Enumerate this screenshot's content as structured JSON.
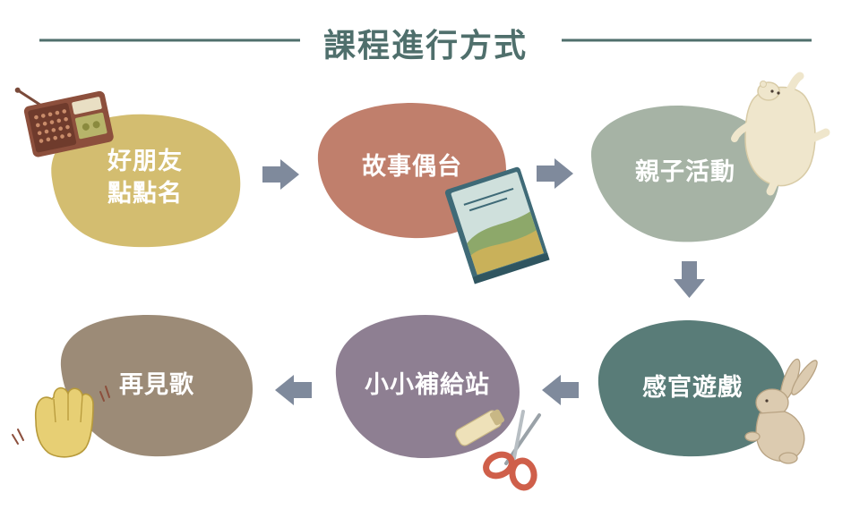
{
  "title": "課程進行方式",
  "steps": [
    {
      "line1": "好朋友",
      "line2": "點點名",
      "color": "#d3bd70"
    },
    {
      "line1": "故事偶台",
      "line2": "",
      "color": "#c07f6c"
    },
    {
      "line1": "親子活動",
      "line2": "",
      "color": "#a6b3a5"
    },
    {
      "line1": "感官遊戲",
      "line2": "",
      "color": "#597c78"
    },
    {
      "line1": "小小補給站",
      "line2": "",
      "color": "#8e7f92"
    },
    {
      "line1": "再見歌",
      "line2": "",
      "color": "#9c8b77"
    }
  ],
  "colors": {
    "title": "#4f6f6c",
    "rule": "#4f6f6c",
    "arrow": "#7f8a9c"
  },
  "icons": [
    "radio-icon",
    "storybook-icon",
    "polar-bear-icon",
    "rabbit-icon",
    "scissors-icon",
    "waving-hand-icon"
  ]
}
